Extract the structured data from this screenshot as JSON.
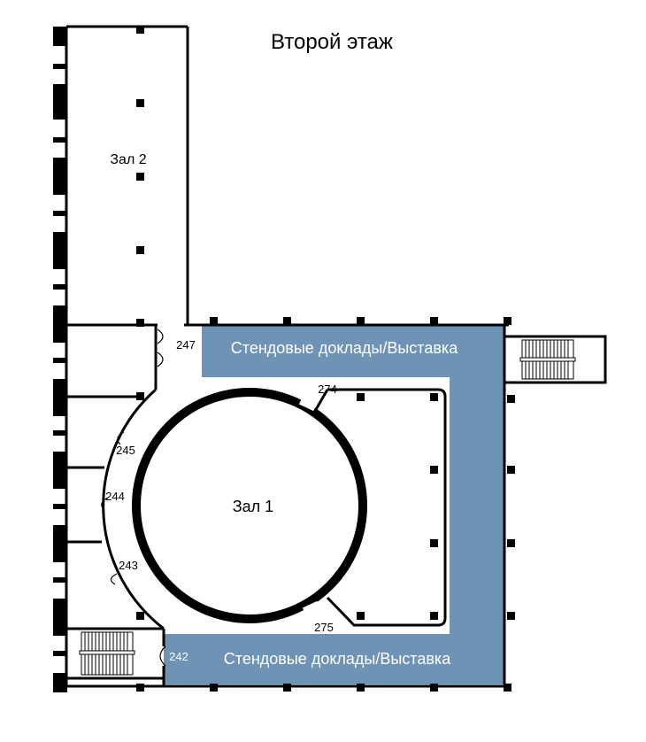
{
  "title": "Второй этаж",
  "rooms": {
    "hall_2": "Зал 2",
    "hall_1": "Зал 1",
    "exhibition_top": "Стендовые доклады/Выставка",
    "exhibition_bottom": "Стендовые доклады/Выставка"
  },
  "doors": {
    "d247": "247",
    "d274": "274",
    "d245": "245",
    "d244": "244",
    "d243": "243",
    "d275": "275",
    "d242": "242"
  },
  "colors": {
    "exhibition_fill": "#6f93b4",
    "wall": "#000000",
    "background": "#ffffff"
  }
}
